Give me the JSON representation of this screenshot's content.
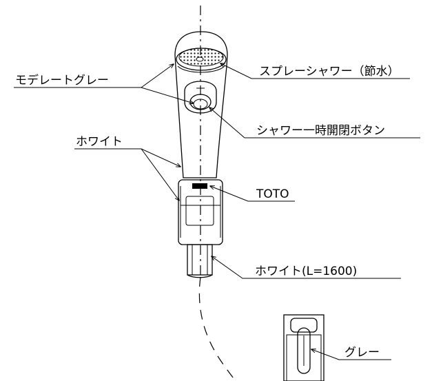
{
  "callouts": {
    "spray_shower": "スプレーシャワー（節水）",
    "moderate_gray": "モデレートグレー",
    "pause_button": "シャワー一時開閉ボタン",
    "white": "ホワイト",
    "toto": "TOTO",
    "hose_white": "ホワイト(L=1600)",
    "gray": "グレー"
  },
  "logo_text": "TOTO"
}
